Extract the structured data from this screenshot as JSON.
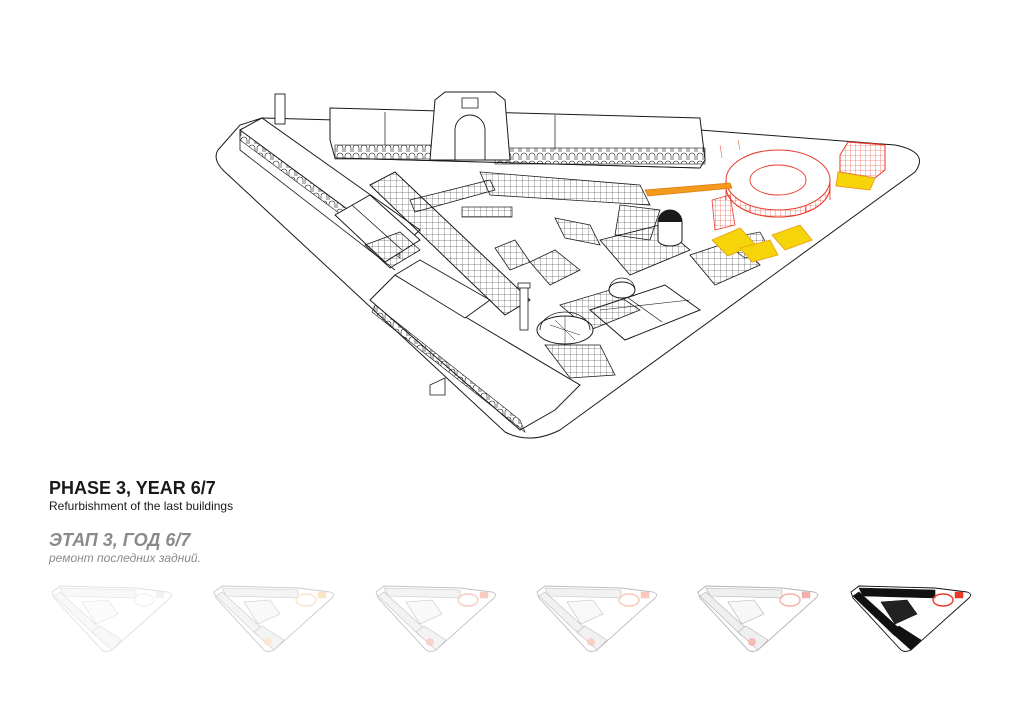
{
  "caption": {
    "title_en": "PHASE 3, YEAR 6/7",
    "subtitle_en": "Refurbishment of the last buildings",
    "title_ru": "ЭТАП 3, ГОД 6/7",
    "subtitle_ru": "ремонт последних задний."
  },
  "colors": {
    "line": "#1a1a1a",
    "highlight_red": "#e83a2a",
    "highlight_orange": "#f29a1e",
    "highlight_yellow": "#f5d40a",
    "caption_gray": "#8a8a8a"
  },
  "thumbnails": [
    {
      "name": "phase-1",
      "opacity": 0.18,
      "accent": "#bbbbbb"
    },
    {
      "name": "phase-2",
      "opacity": 0.3,
      "accent": "#f5a85a"
    },
    {
      "name": "phase-3",
      "opacity": 0.35,
      "accent": "#f07050"
    },
    {
      "name": "phase-4",
      "opacity": 0.38,
      "accent": "#f07050"
    },
    {
      "name": "phase-5",
      "opacity": 0.45,
      "accent": "#e85040"
    },
    {
      "name": "phase-6",
      "opacity": 1.0,
      "accent": "#e83a2a",
      "current": true
    }
  ]
}
